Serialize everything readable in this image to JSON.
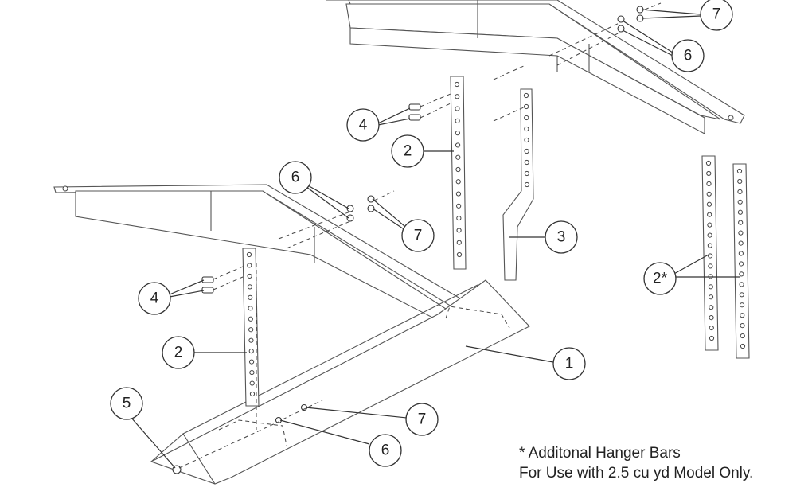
{
  "callouts": {
    "c7_top": "7",
    "c6_top": "6",
    "c4_top": "4",
    "c2_top": "2",
    "c6_mid": "6",
    "c7_mid": "7",
    "c3": "3",
    "c2_star": "2*",
    "c4_left": "4",
    "c2_left": "2",
    "c1": "1",
    "c5": "5",
    "c7_bottom": "7",
    "c6_bottom": "6"
  },
  "note": {
    "line1": "* Additonal Hanger Bars",
    "line2": "For Use with 2.5 cu yd Model Only."
  }
}
